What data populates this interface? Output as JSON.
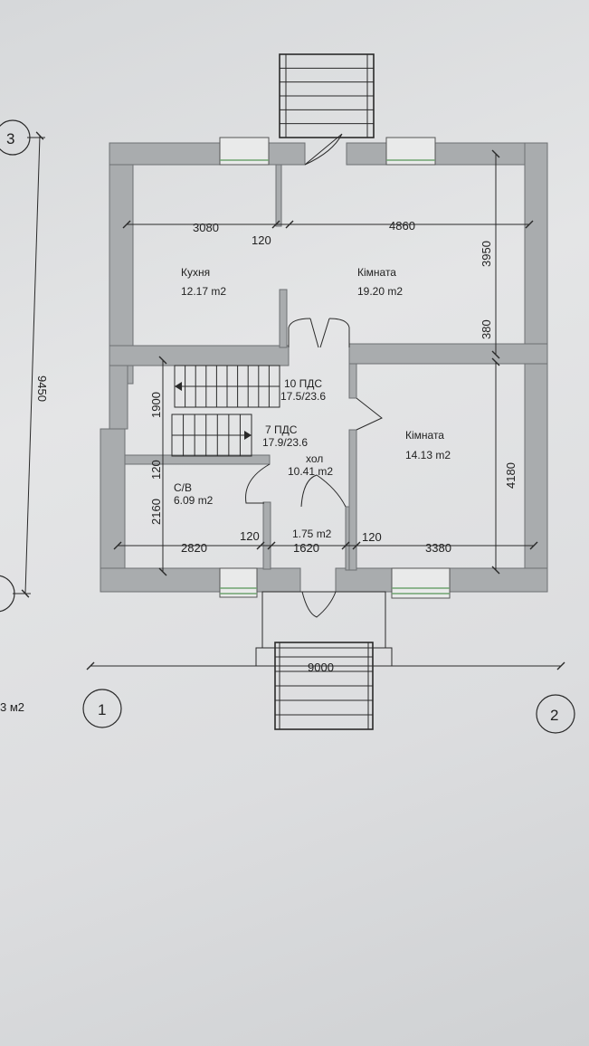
{
  "colors": {
    "wall_fill": "#a9acae",
    "wall_stroke": "#6d7073",
    "line": "#2a2a2a",
    "window": "#6fa36f",
    "paper": "#e2e3e4"
  },
  "rooms": {
    "kitchen": {
      "name": "Кухня",
      "area": "12.17 m2"
    },
    "room_top": {
      "name": "Кімната",
      "area": "19.20 m2"
    },
    "room_right": {
      "name": "Кімната",
      "area": "14.13 m2"
    },
    "bathroom": {
      "name": "С/В",
      "area": "6.09 m2"
    },
    "hall": {
      "name": "хол",
      "area": "10.41 m2"
    },
    "vestibule": {
      "area": "1.75 m2"
    }
  },
  "stairs": {
    "upper": {
      "label": "10 ПДС",
      "ratio": "17.5/23.6"
    },
    "lower": {
      "label": "7 ПДС",
      "ratio": "17.9/23.6"
    }
  },
  "dimensions": {
    "top_left": "3080",
    "top_wall": "120",
    "top_right": "4860",
    "right_upper": "3950",
    "right_wall": "380",
    "right_lower": "4180",
    "stair_height": "1900",
    "left_wall": "120",
    "bath_height": "2160",
    "bottom_left": "2820",
    "bottom_wall_left": "120",
    "bottom_mid": "1620",
    "bottom_wall_right": "120",
    "bottom_right": "3380",
    "overall_width": "9000",
    "overall_height": "9450"
  },
  "axes": {
    "axis_1": "1",
    "axis_2": "2",
    "axis_3": "3"
  },
  "edge_text": "3 м2"
}
